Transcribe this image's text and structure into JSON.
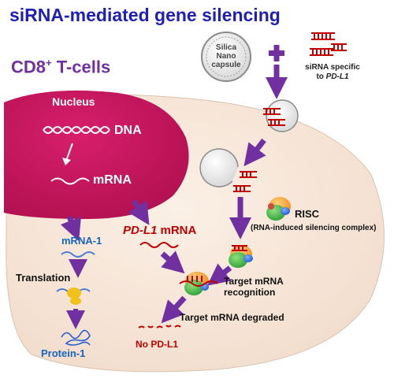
{
  "title": "siRNA-mediated gene silencing",
  "cell_label_prefix": "CD8",
  "cell_label_sup": "+",
  "cell_label_suffix": " T-cells",
  "nucleus_label": "Nucleus",
  "dna_label": "DNA",
  "mrna_label": "mRNA",
  "mrna1_label": "mRNA-1",
  "translation_label": "Translation",
  "protein1_label": "Protein-1",
  "pdl1_mrna_italic": "PD-L1",
  "pdl1_mrna_suffix": " mRNA",
  "capsule_line1": "Silica",
  "capsule_line2": "Nano",
  "capsule_line3": "capsule",
  "sirna_line1": "siRNA specific",
  "sirna_line2_prefix": "to ",
  "sirna_line2_italic": "PD-L1",
  "risc_label": "RISC",
  "risc_full": "(RNA-induced silencing complex)",
  "target_recognition_line1": "Target mRNA",
  "target_recognition_line2": "recognition",
  "target_degraded": "Target mRNA degraded",
  "no_pdl1": "No PD-L1",
  "colors": {
    "title": "#1f1fb4",
    "cell_label": "#7030a0",
    "arrow": "#7030a0",
    "nucleus": "#c8155f",
    "cytoplasm": "#f7e4d6",
    "blue_text": "#1565c0",
    "red_text": "#c00000",
    "sirna": "#c00000"
  }
}
